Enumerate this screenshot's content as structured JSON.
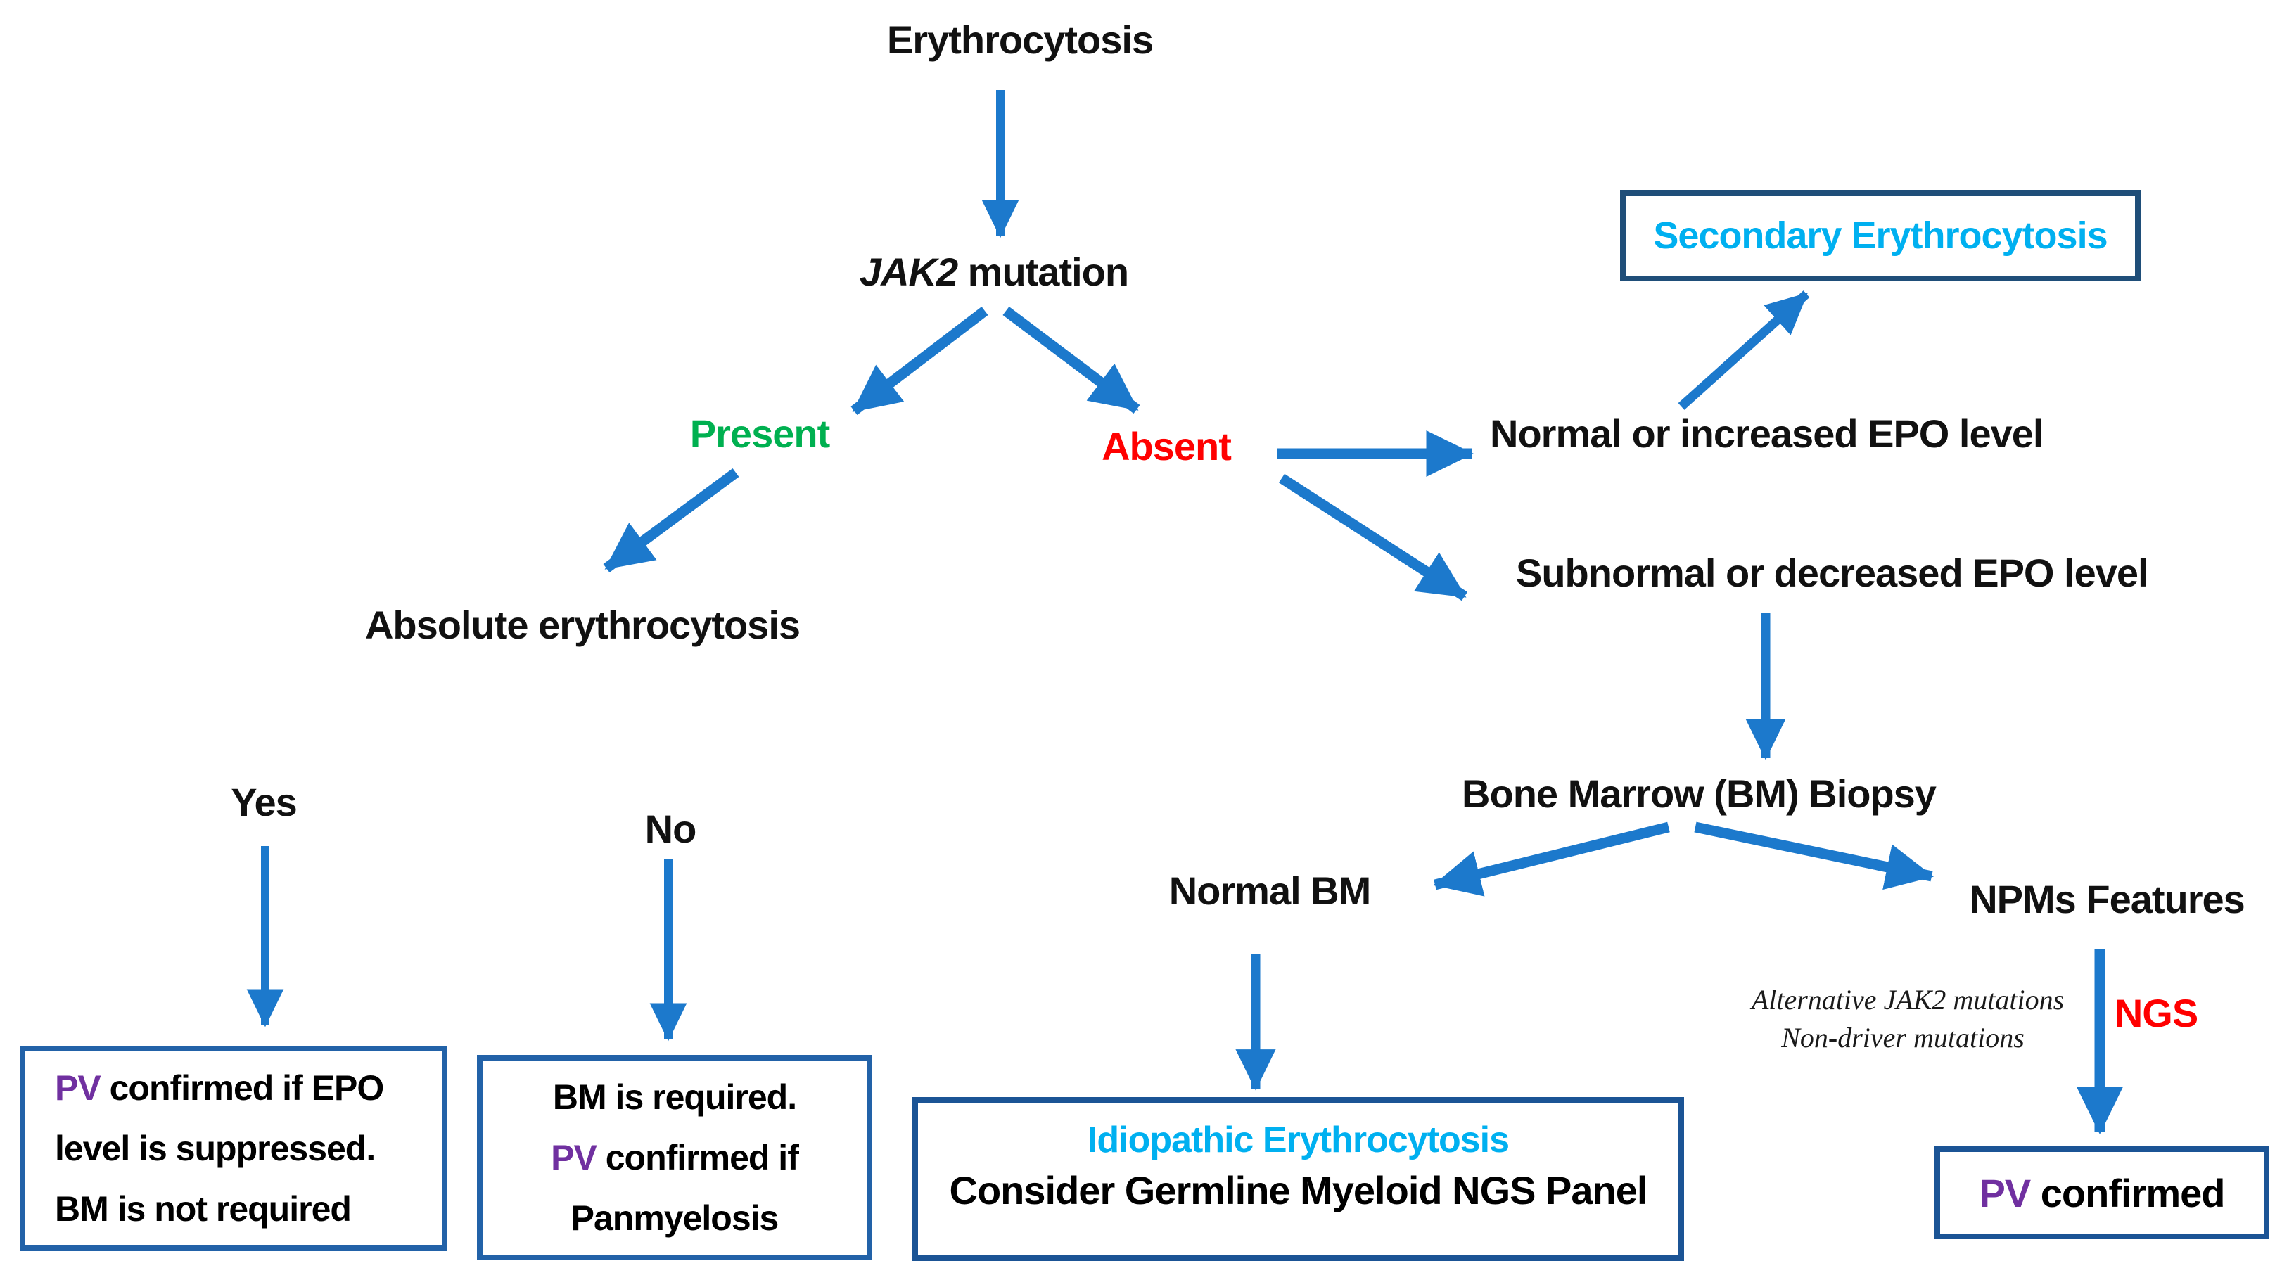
{
  "palette": {
    "arrow": "#1c79cc",
    "box_border": "#2262a8",
    "box_border_dark": "#1f4e79",
    "box_border_mid": "#1b5495",
    "green": "#00b050",
    "red": "#ff0000",
    "cyan": "#00b0f0",
    "purple": "#7030a0",
    "text": "#111111"
  },
  "nodes": {
    "title": "Erythrocytosis",
    "jak2_gene": "JAK2",
    "jak2_rest": " mutation",
    "present": "Present",
    "absent": "Absent",
    "normal_epo": "Normal or increased EPO level",
    "subnormal_epo": "Subnormal or decreased EPO level",
    "absolute": "Absolute erythrocytosis",
    "yes": "Yes",
    "no": "No",
    "bm_biopsy": "Bone Marrow (BM) Biopsy",
    "normal_bm": "Normal BM",
    "npms": "NPMs Features",
    "alt_line1": "Alternative JAK2 mutations",
    "alt_line2": "Non-driver mutations",
    "ngs": "NGS"
  },
  "boxes": {
    "secondary": "Secondary Erythrocytosis",
    "pv_epo": {
      "pv": "PV",
      "line1_rest": " confirmed if EPO",
      "line2": "level is suppressed.",
      "line3": "BM is not required"
    },
    "bm_required": {
      "line1": "BM is required.",
      "pv": "PV",
      "line2_rest": " confirmed if",
      "line3": "Panmyelosis"
    },
    "idiopathic": {
      "line1": "Idiopathic Erythrocytosis",
      "line2": "Consider Germline Myeloid NGS Panel"
    },
    "pv_confirmed": {
      "pv": "PV",
      "rest": " confirmed"
    }
  }
}
